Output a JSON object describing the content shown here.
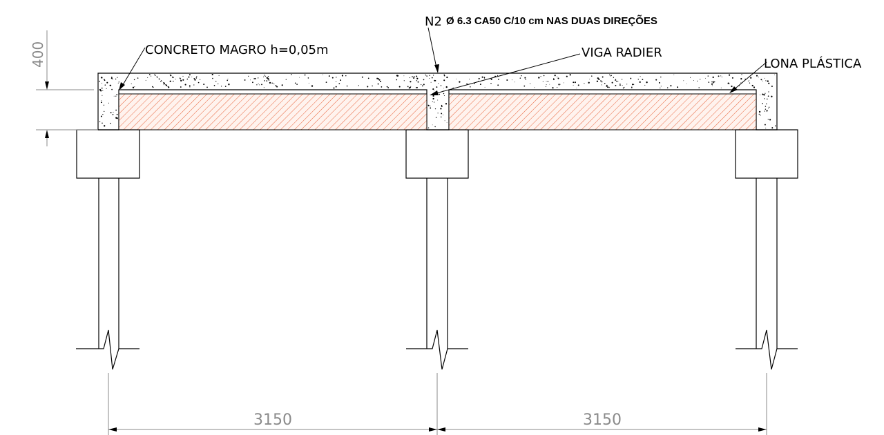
{
  "labels": {
    "rebar_prefix": "N2",
    "rebar_spec": "Ø 6.3 CA50 C/10 cm NAS DUAS DIREÇÕES",
    "lean_concrete": "CONCRETO MAGRO h=0,05m",
    "radier_beam": "VIGA RADIER",
    "plastic_sheet": "LONA PLÁSTICA"
  },
  "dimensions": {
    "vertical": "400",
    "span_left": "3150",
    "span_right": "3150"
  },
  "colors": {
    "line": "#000000",
    "dimension": "#8a8a8a",
    "fill_hatch": "#e8643c",
    "fill_background": "#fff3ee"
  }
}
